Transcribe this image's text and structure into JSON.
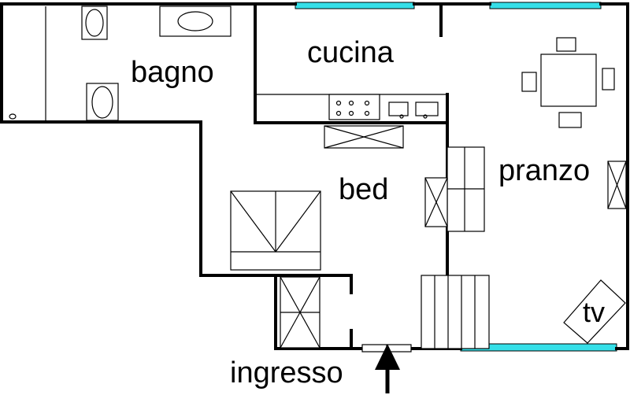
{
  "rooms": {
    "bagno": "bagno",
    "cucina": "cucina",
    "bed": "bed",
    "pranzo": "pranzo",
    "tv": "tv"
  },
  "entrance": {
    "label": "ingresso"
  },
  "colors": {
    "window": "#35dfe8",
    "wall": "#000000",
    "background": "#ffffff"
  }
}
